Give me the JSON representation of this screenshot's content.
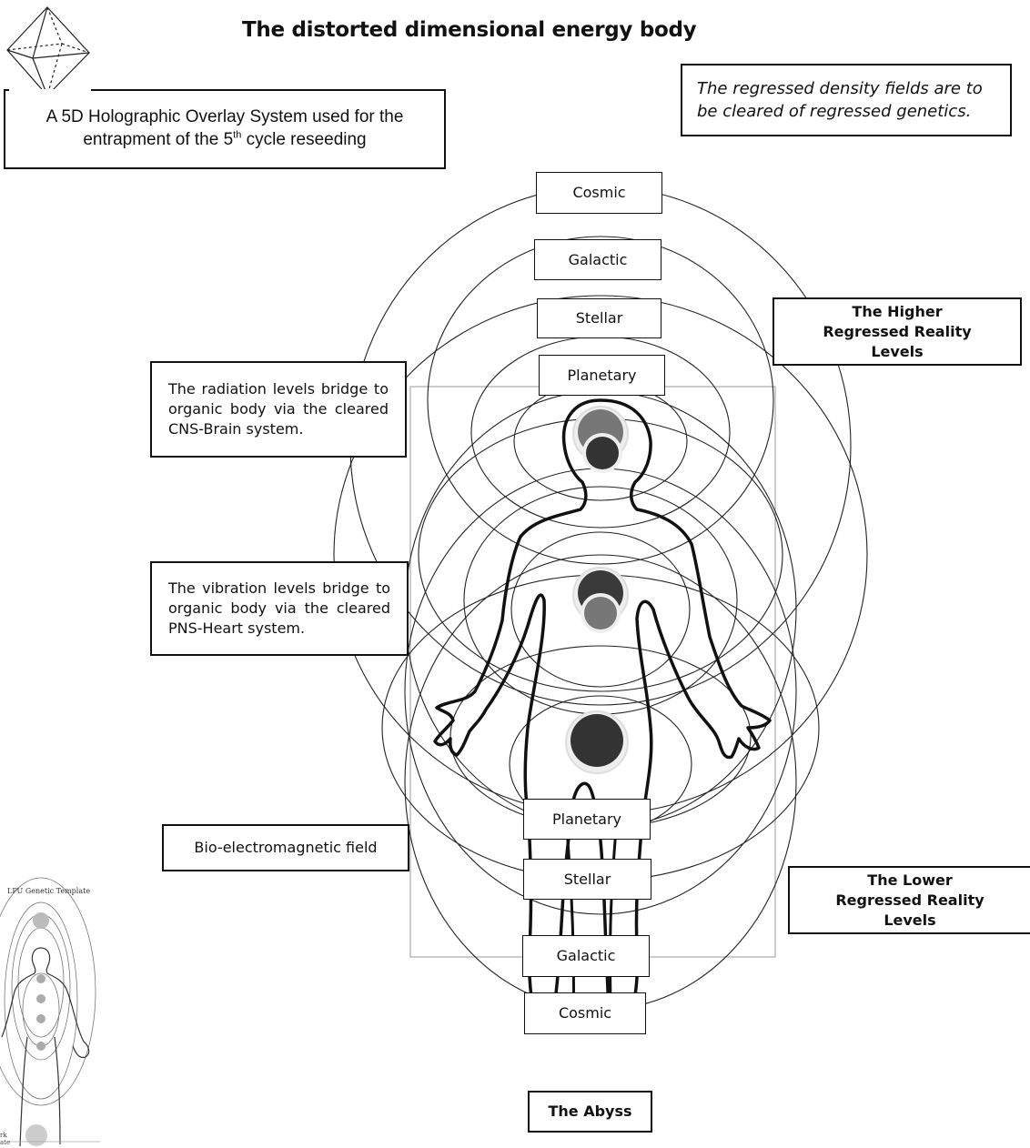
{
  "title": "The distorted dimensional energy body",
  "note": "The regressed density fields are to be cleared of regressed genetics.",
  "holographic": {
    "line1": "A 5D Holographic Overlay System used for the",
    "line2_pre": "entrapment of the 5",
    "line2_sup": "th",
    "line2_post": " cycle reseeding"
  },
  "upper_levels": {
    "cosmic": "Cosmic",
    "galactic": "Galactic",
    "stellar": "Stellar",
    "planetary": "Planetary"
  },
  "lower_levels": {
    "planetary": "Planetary",
    "stellar": "Stellar",
    "galactic": "Galactic",
    "cosmic": "Cosmic"
  },
  "higher_reality": "The Higher Regressed Reality Levels",
  "lower_reality": "The Lower Regressed Reality Levels",
  "radiation": "The radiation levels bridge to organic body via the cleared CNS-Brain system.",
  "vibration": "The vibration levels bridge to organic body via the cleared PNS-Heart system.",
  "bio_field": "Bio-electromagnetic field",
  "abyss": "The Abyss",
  "thumbnail": {
    "title": "LPU Genetic Template",
    "foot_line1": "rk",
    "foot_line2": "ate"
  }
}
